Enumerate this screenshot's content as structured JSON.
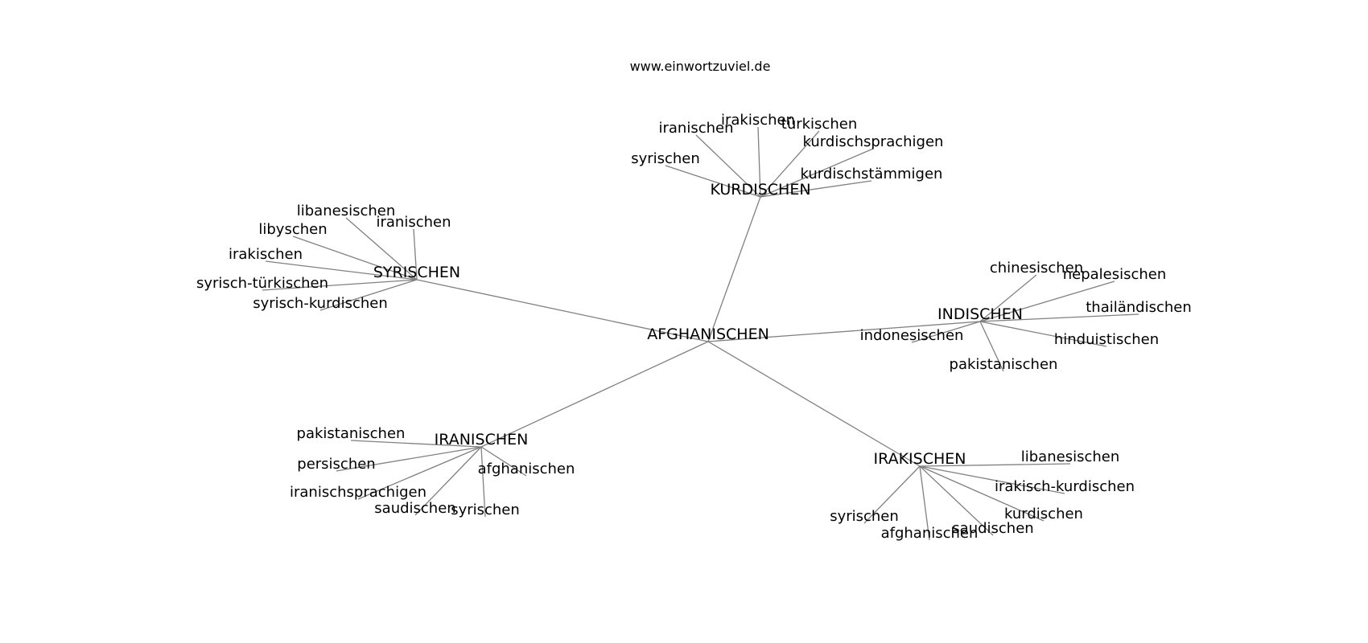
{
  "source": "www.einwortzuviel.de",
  "graph": {
    "center": "AFGHANISCHEN",
    "hubs": [
      {
        "label": "KURDISCHEN",
        "leaves": [
          "iranischen",
          "irakischen",
          "türkischen",
          "syrischen",
          "kurdischsprachigen",
          "kurdischstämmigen"
        ]
      },
      {
        "label": "SYRISCHEN",
        "leaves": [
          "libanesischen",
          "iranischen",
          "libyschen",
          "irakischen",
          "syrisch-türkischen",
          "syrisch-kurdischen"
        ]
      },
      {
        "label": "INDISCHEN",
        "leaves": [
          "chinesischen",
          "nepalesischen",
          "thailändischen",
          "indonesischen",
          "hinduistischen",
          "pakistanischen"
        ]
      },
      {
        "label": "IRANISCHEN",
        "leaves": [
          "pakistanischen",
          "persischen",
          "afghanischen",
          "iranischsprachigen",
          "saudischen",
          "syrischen"
        ]
      },
      {
        "label": "IRAKISCHEN",
        "leaves": [
          "libanesischen",
          "irakisch-kurdischen",
          "kurdischen",
          "syrischen",
          "saudischen",
          "afghanischen"
        ]
      }
    ]
  }
}
